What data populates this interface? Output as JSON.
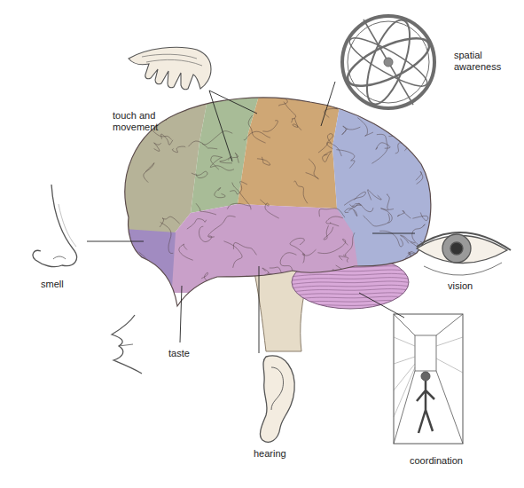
{
  "diagram": {
    "labels": [
      "touch and movement",
      "spatial awareness",
      "smell",
      "vision",
      "taste",
      "hearing",
      "coordination"
    ]
  }
}
